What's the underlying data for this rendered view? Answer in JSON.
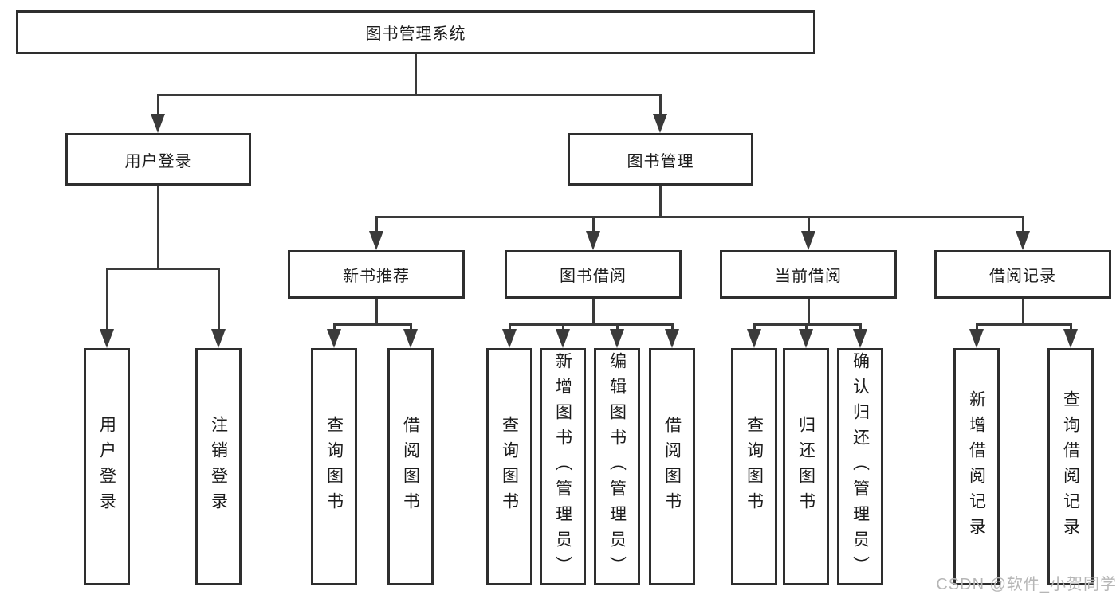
{
  "diagram": {
    "root": {
      "label": "图书管理系统"
    },
    "branches": [
      {
        "label": "用户登录",
        "children": [
          {
            "label": "用户登录"
          },
          {
            "label": "注销登录"
          }
        ]
      },
      {
        "label": "图书管理",
        "children": [
          {
            "label": "新书推荐",
            "children": [
              {
                "label": "查询图书"
              },
              {
                "label": "借阅图书"
              }
            ]
          },
          {
            "label": "图书借阅",
            "children": [
              {
                "label": "查询图书"
              },
              {
                "label": "新增图书（管理员）"
              },
              {
                "label": "编辑图书（管理员）"
              },
              {
                "label": "借阅图书"
              }
            ]
          },
          {
            "label": "当前借阅",
            "children": [
              {
                "label": "查询图书"
              },
              {
                "label": "归还图书"
              },
              {
                "label": "确认归还（管理员）"
              }
            ]
          },
          {
            "label": "借阅记录",
            "children": [
              {
                "label": "新增借阅记录"
              },
              {
                "label": "查询借阅记录"
              }
            ]
          }
        ]
      }
    ]
  },
  "watermark": {
    "text": "CSDN @软件_小贺同学"
  },
  "colors": {
    "line": "#3a3a3a",
    "box_border": "#2e2e2e",
    "text": "#1c1c1c",
    "watermark": "#b6b6b6",
    "background": "#ffffff"
  }
}
